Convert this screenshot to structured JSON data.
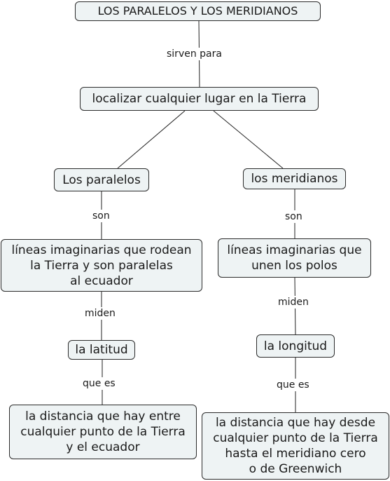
{
  "nodes": {
    "title": "LOS PARALELOS Y LOS MERIDIANOS",
    "localizar": "localizar cualquier lugar en la Tierra",
    "paralelos": "Los paralelos",
    "meridianos": "los meridianos",
    "lineas_paralelas": "líneas imaginarias que rodean\nla Tierra y son paralelas\nal ecuador",
    "lineas_polos": "líneas imaginarias que\nunen los polos",
    "latitud": "la latitud",
    "longitud": "la longitud",
    "distancia_ecuador": "la distancia que hay entre\ncualquier punto de la Tierra\ny el ecuador",
    "distancia_greenwich": "la distancia que hay desde\ncualquier punto de la Tierra\nhasta el meridiano cero\no de Greenwich"
  },
  "links": {
    "sirven_para": "sirven para",
    "son_left": "son",
    "son_right": "son",
    "miden_left": "miden",
    "miden_right": "miden",
    "que_es_left": "que es",
    "que_es_right": "que es"
  }
}
